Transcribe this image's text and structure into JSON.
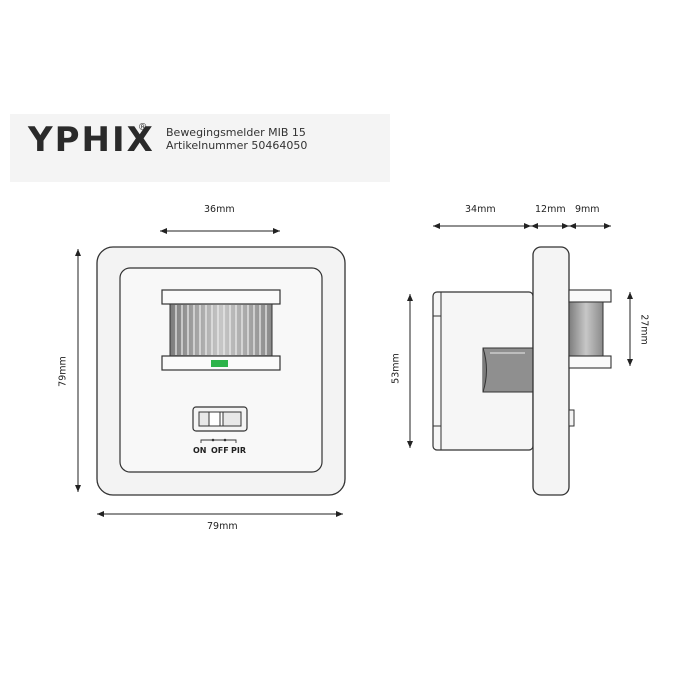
{
  "header": {
    "brand": "YPHIX",
    "registered_mark": "®",
    "product_line1": "Bewegingsmelder MIB 15",
    "product_line2": "Artikelnummer 50464050"
  },
  "front_view": {
    "width_inner": "36mm",
    "height": "79mm",
    "width": "79mm",
    "switch_labels": [
      "ON",
      "OFF",
      "PIR"
    ]
  },
  "side_view": {
    "depth_body": "34mm",
    "depth_plate": "12mm",
    "depth_lens": "9mm",
    "height_body": "53mm",
    "height_lens": "27mm"
  },
  "colors": {
    "outline": "#333333",
    "plate_fill": "#f2f2f2",
    "lens_fill": "#9a9a9a",
    "led": "#2db34a"
  }
}
